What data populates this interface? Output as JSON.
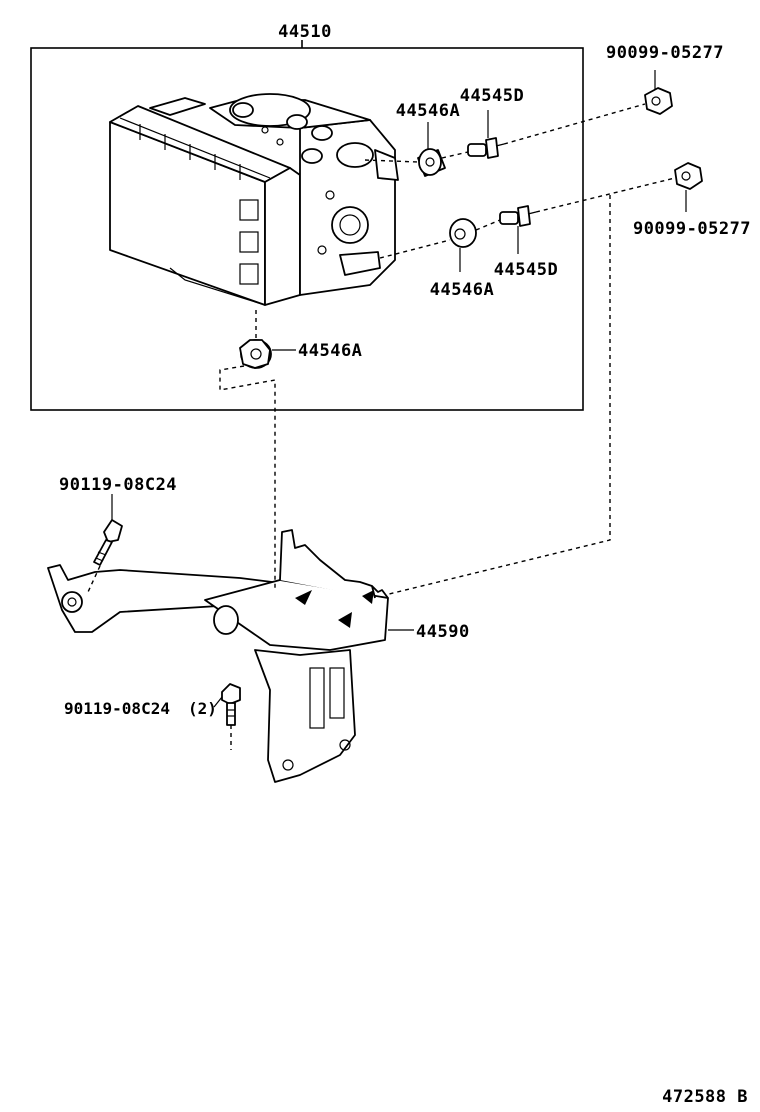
{
  "labels": {
    "actuator_assembly": "44510",
    "flange_nut_top": "90099-05277",
    "flange_nut_right": "90099-05277",
    "stud_bolt_upper": "44545D",
    "stud_bolt_lower": "44545D",
    "cushion_upper": "44546A",
    "cushion_right": "44546A",
    "cushion_bottom": "44546A",
    "bolt_left": "90119-08C24",
    "bolt_lower": "90119-08C24",
    "bolt_lower_qty": "(2)",
    "bracket": "44590",
    "diagram_id": "472588 B"
  }
}
